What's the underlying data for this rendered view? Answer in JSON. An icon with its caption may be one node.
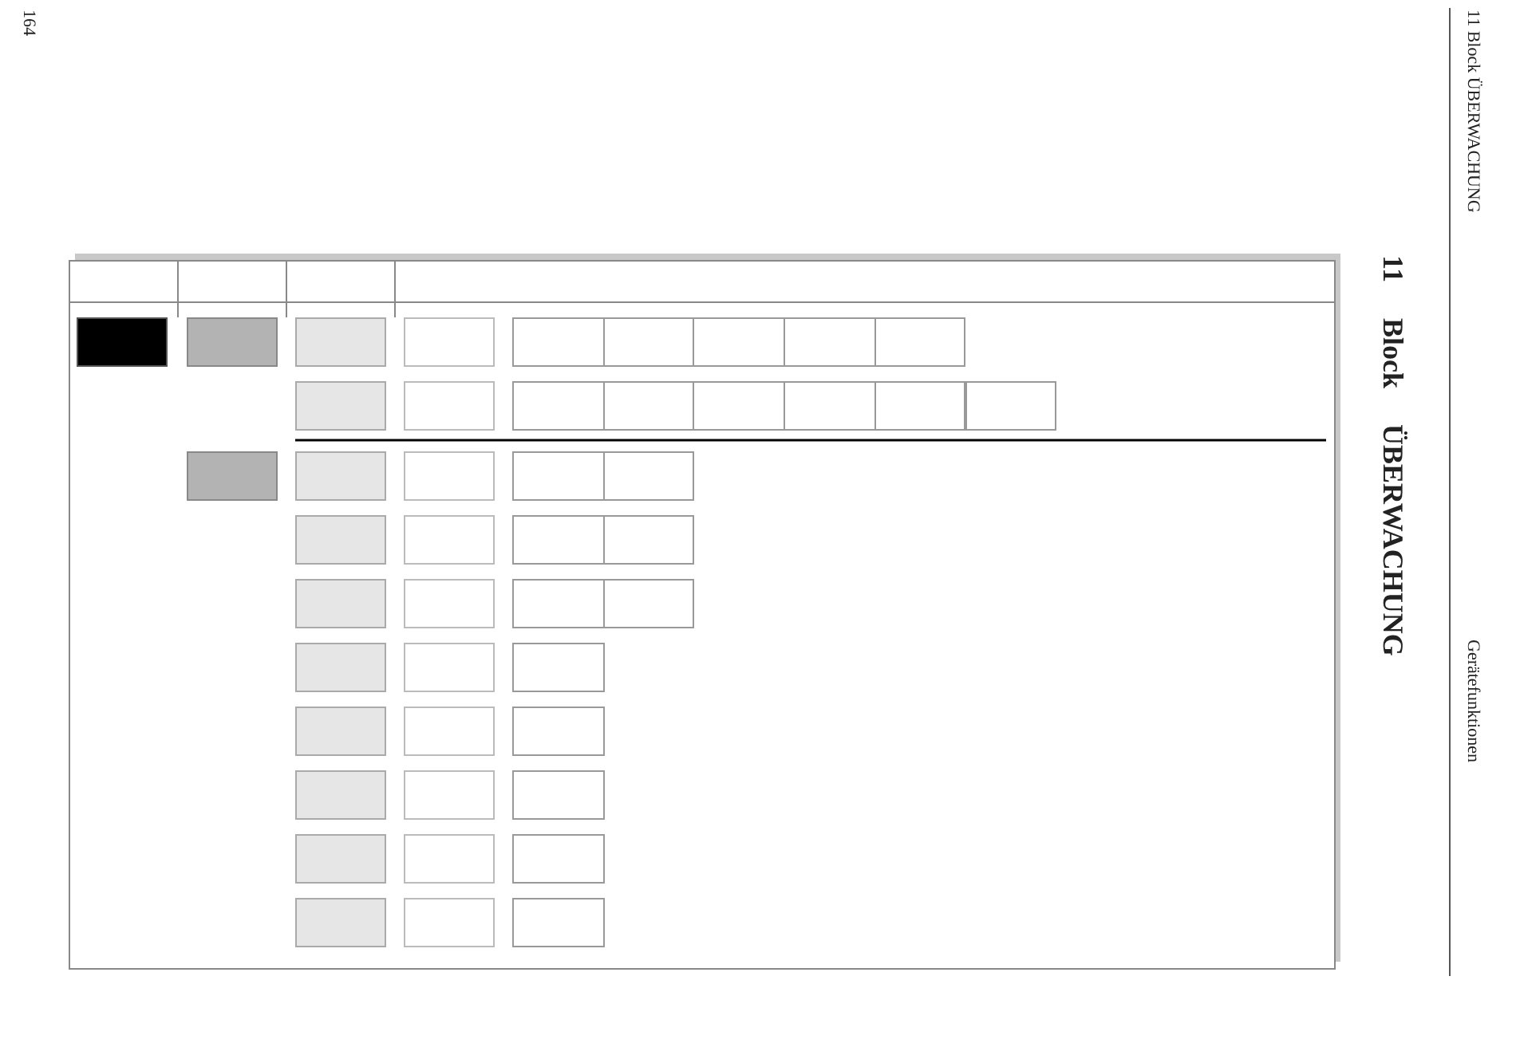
{
  "diagram": {
    "title": "11 Block ÜBERWACHUNG",
    "nodes": [
      {
        "text": [],
        "shape": "box"
      },
      {
        "text": [],
        "shape": "box"
      },
      {
        "text": [],
        "shape": "box"
      },
      {
        "text": [],
        "shape": "box"
      },
      {
        "text": [],
        "shape": "box"
      },
      {
        "text": [],
        "shape": "box"
      },
      {
        "text": [],
        "shape": "box"
      },
      {
        "text": [],
        "shape": "box"
      },
      {
        "text": [],
        "shape": "box"
      },
      {
        "text": [],
        "shape": "box"
      },
      {
        "text": [],
        "shape": "box"
      },
      {
        "text": [],
        "shape": "box"
      },
      {
        "text": [],
        "shape": "box"
      },
      {
        "text": [],
        "shape": "box"
      },
      {
        "text": [],
        "shape": "box"
      },
      {
        "text": [],
        "shape": "box"
      },
      {
        "text": [],
        "shape": "box"
      },
      {
        "text": [],
        "shape": "box"
      },
      {
        "text": [],
        "shape": "box"
      },
      {
        "text": [],
        "shape": "box"
      },
      {
        "text": [],
        "shape": "box"
      },
      {
        "text": [],
        "shape": "box"
      },
      {
        "text": [],
        "shape": "box"
      },
      {
        "text": [],
        "shape": "box"
      },
      {
        "text": [],
        "shape": "box"
      },
      {
        "text": [],
        "shape": "box"
      },
      {
        "text": [],
        "shape": "box"
      },
      {
        "text": [],
        "shape": "box"
      },
      {
        "text": [],
        "shape": "box"
      },
      {
        "text": [],
        "shape": "box"
      },
      {
        "text": [],
        "shape": "box"
      },
      {
        "text": [],
        "shape": "box"
      },
      {
        "text": [],
        "shape": "box"
      },
      {
        "text": [],
        "shape": "box"
      },
      {
        "text": [],
        "shape": "box"
      },
      {
        "text": [],
        "shape": "box"
      },
      {
        "text": [],
        "shape": "box"
      },
      {
        "text": [],
        "shape": "box"
      },
      {
        "text": [],
        "shape": "box"
      },
      {
        "text": [],
        "shape": "box"
      },
      {
        "text": [],
        "shape": "box"
      },
      {
        "text": [],
        "shape": "box"
      },
      {
        "text": [],
        "shape": "box"
      },
      {
        "text": [],
        "shape": "box"
      },
      {
        "text": [],
        "shape": "box"
      }
    ],
    "labels": [
      "164",
      "11 Block ÜBERWACHUNG",
      "Gerätefunktionen"
    ]
  }
}
